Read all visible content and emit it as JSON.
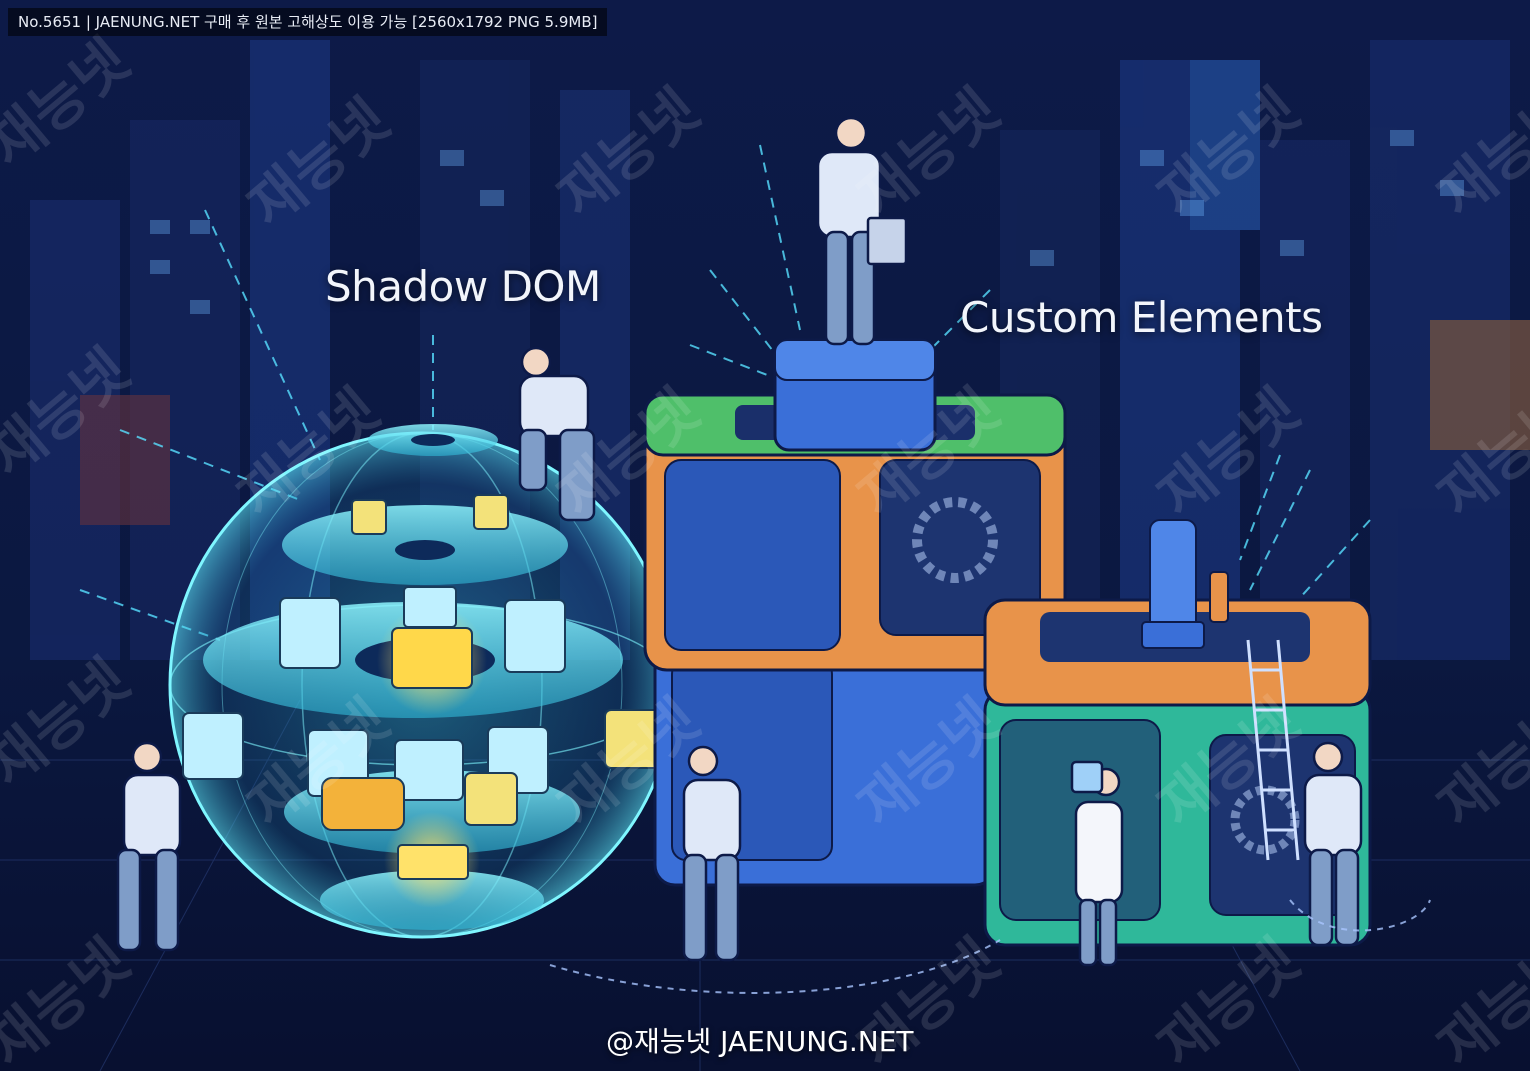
{
  "header": {
    "info": "No.5651 | JAENUNG.NET 구매 후 원본 고해상도 이용 가능 [2560x1792 PNG 5.9MB]"
  },
  "labels": {
    "shadow_dom": "Shadow DOM",
    "custom_elements": "Custom Elements"
  },
  "watermark": {
    "text": "재능넷"
  },
  "footer": {
    "credit": "@재능넷 JAENUNG.NET"
  },
  "colors": {
    "background": "#0a1230",
    "sphere_glow": "#5ff0ff",
    "cube_orange": "#e8934a",
    "cube_blue": "#3a6fd8",
    "cube_green": "#4fbf6a",
    "cube_teal": "#2fb89a",
    "accent_yellow": "#f5d03a"
  }
}
